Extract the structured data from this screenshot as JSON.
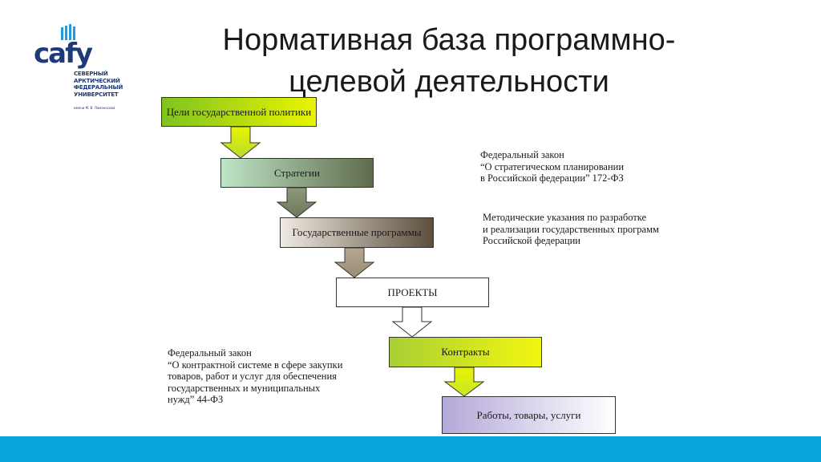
{
  "logo": {
    "word": "cafy",
    "lines": "СЕВЕРНЫЙ\nАРКТИЧЕСКИЙ\nФЕДЕРАЛЬНЫЙ\nУНИВЕРСИТЕТ",
    "small": "имени М. В. Ломоносова"
  },
  "title": "Нормативная база программно-целевой деятельности",
  "boxes": [
    {
      "label": "Цели государственной политики"
    },
    {
      "label": "Стратегии"
    },
    {
      "label": "Государственные программы"
    },
    {
      "label": "ПРОЕКТЫ"
    },
    {
      "label": "Контракты"
    },
    {
      "label": "Работы, товары, услуги"
    }
  ],
  "notes": [
    {
      "text": "Федеральный закон\n“О стратегическом планировании\nв Российской федерации” 172-ФЗ"
    },
    {
      "text": "Методические указания по разработке\nи реализации государственных программ\nРоссийской федерации"
    },
    {
      "text": "Федеральный закон\n“О контрактной системе в сфере закупки\nтоваров, работ и услуг для обеспечения\nгосударственных и муниципальных\nнужд” 44-ФЗ"
    }
  ],
  "colors": {
    "accent_bar": "#0aa4dc",
    "logo": "#1f3a78"
  }
}
